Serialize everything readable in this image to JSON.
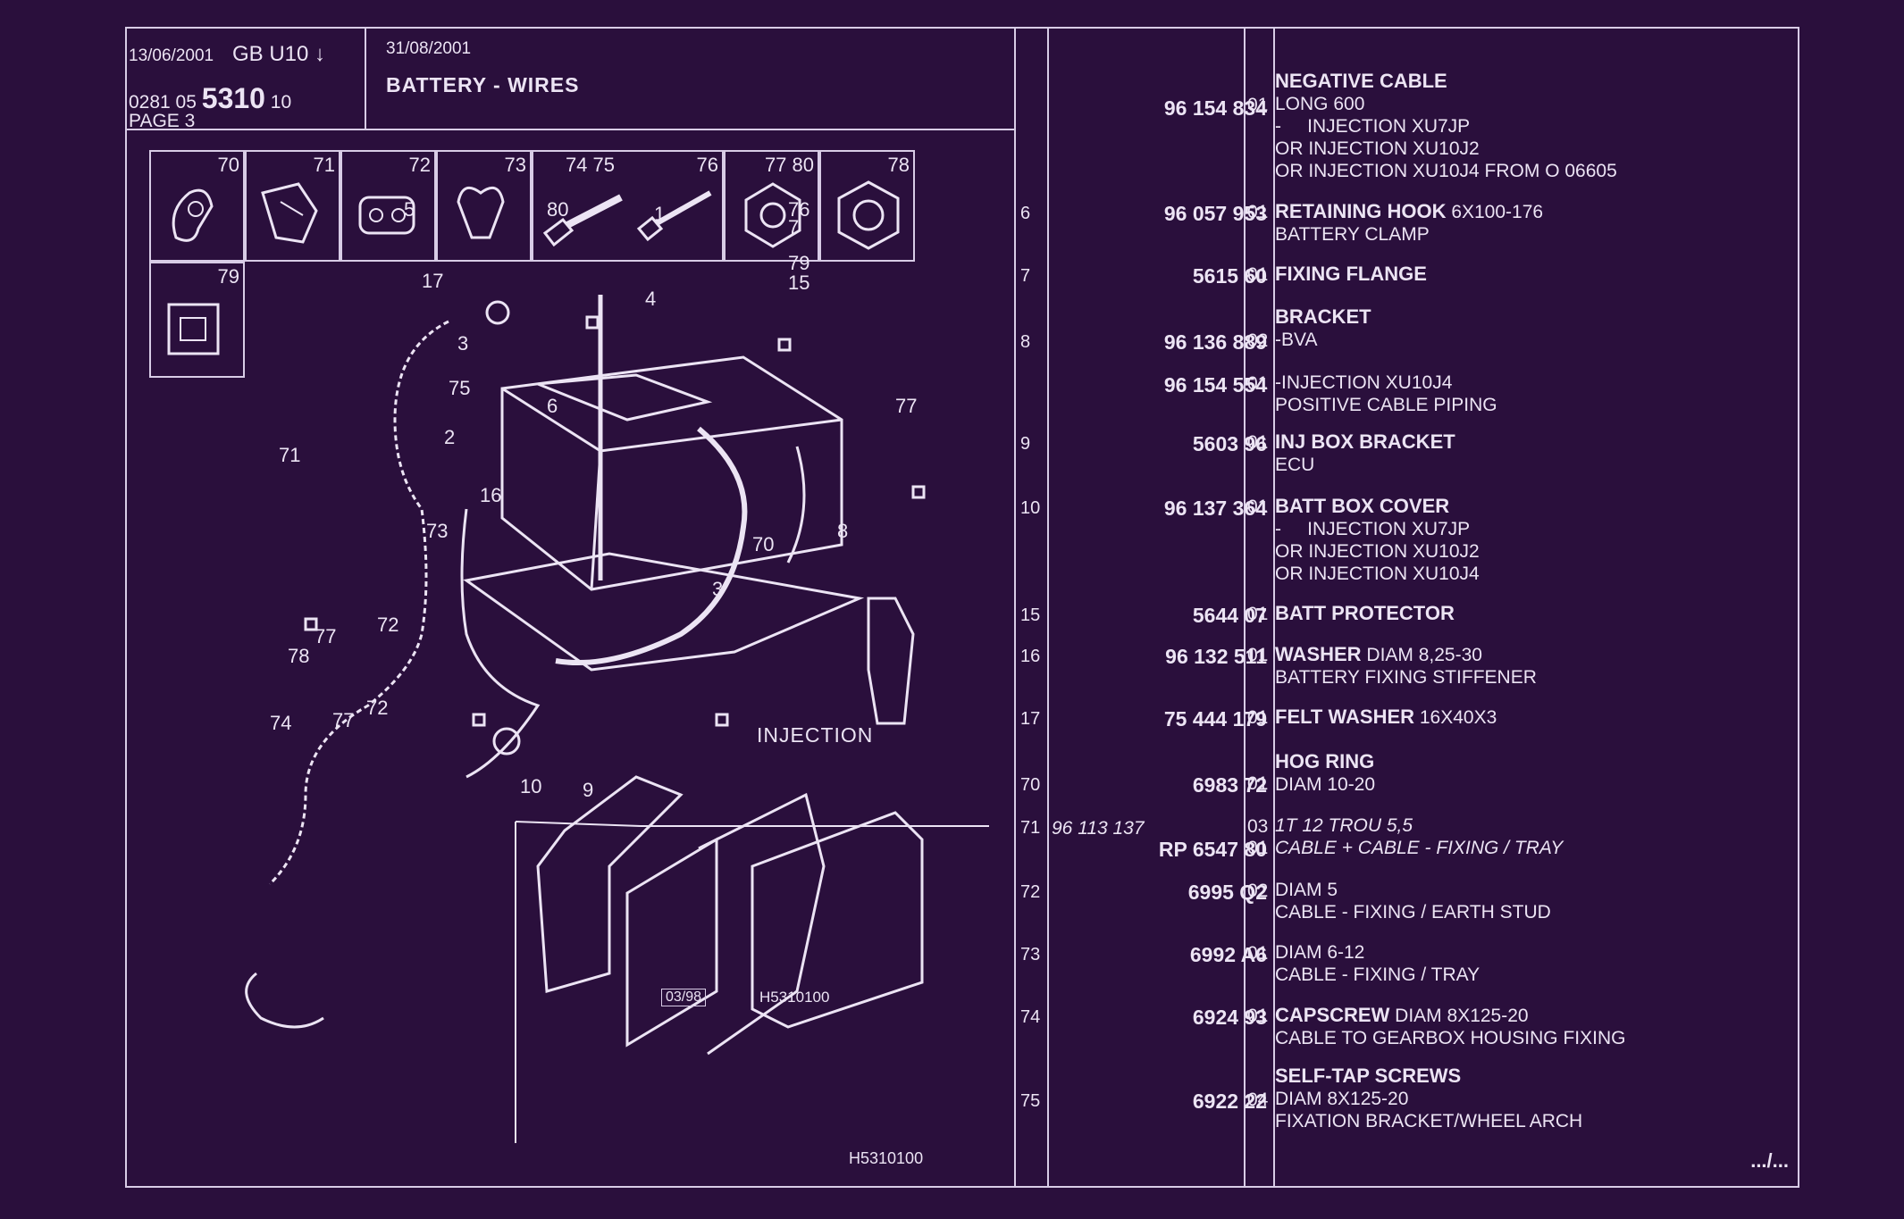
{
  "header": {
    "date": "13/06/2001",
    "lang_model": "GB  U10",
    "arrow": "↓",
    "line2_prefix": "0281  05",
    "line2_num": "5310",
    "line2_suffix": "10",
    "page": "PAGE  3",
    "date2": "31/08/2001",
    "title": "BATTERY - WIRES"
  },
  "thumbnails": [
    "70",
    "71",
    "72",
    "73",
    "74  75",
    "76",
    "77  80",
    "78",
    "79"
  ],
  "callouts": [
    "1",
    "2",
    "3",
    "3",
    "4",
    "5",
    "6",
    "7",
    "8",
    "9",
    "10",
    "15",
    "16",
    "17",
    "70",
    "71",
    "72",
    "72",
    "73",
    "74",
    "75",
    "76",
    "77",
    "77",
    "77",
    "78",
    "79",
    "80"
  ],
  "illustration": {
    "section_label": "INJECTION",
    "ref_box": "03/98",
    "ref_code": "H5310100",
    "bottom_ref": "H5310100"
  },
  "parts": [
    {
      "idx": "",
      "pn": "96 154 834",
      "qty": "01",
      "lines": [
        [
          "NEGATIVE CABLE",
          ""
        ],
        [
          "",
          "LONG 600"
        ],
        [
          "",
          "-     INJECTION XU7JP"
        ],
        [
          "",
          "OR INJECTION XU10J2"
        ],
        [
          "",
          "OR INJECTION XU10J4 FROM  O  06605"
        ]
      ]
    },
    {
      "idx": "6",
      "pn": "96 057 953",
      "qty": "01",
      "lines": [
        [
          "RETAINING HOOK",
          " 6X100-176"
        ],
        [
          "",
          "BATTERY CLAMP"
        ]
      ]
    },
    {
      "idx": "7",
      "pn": "5615 60",
      "qty": "01",
      "lines": [
        [
          "FIXING FLANGE",
          ""
        ]
      ]
    },
    {
      "idx": "8",
      "pn": "96 136 889",
      "qty": "02",
      "lines": [
        [
          "BRACKET",
          ""
        ],
        [
          "",
          "-BVA"
        ]
      ]
    },
    {
      "idx": "",
      "pn": "96 154 554",
      "qty": "01",
      "lines": [
        [
          "",
          "-INJECTION XU10J4"
        ],
        [
          "",
          "POSITIVE CABLE PIPING"
        ]
      ]
    },
    {
      "idx": "9",
      "pn": "5603 96",
      "qty": "01",
      "lines": [
        [
          "INJ BOX BRACKET",
          ""
        ],
        [
          "",
          "ECU"
        ]
      ]
    },
    {
      "idx": "10",
      "pn": "96 137 364",
      "qty": "01",
      "lines": [
        [
          "BATT BOX COVER",
          ""
        ],
        [
          "",
          "-     INJECTION XU7JP"
        ],
        [
          "",
          "OR INJECTION XU10J2"
        ],
        [
          "",
          "OR INJECTION XU10J4"
        ]
      ]
    },
    {
      "idx": "15",
      "pn": "5644 07",
      "qty": "01",
      "lines": [
        [
          "BATT PROTECTOR",
          ""
        ]
      ]
    },
    {
      "idx": "16",
      "pn": "96 132 511",
      "qty": "01",
      "lines": [
        [
          "WASHER",
          " DIAM 8,25-30"
        ],
        [
          "",
          "BATTERY FIXING STIFFENER"
        ]
      ]
    },
    {
      "idx": "17",
      "pn": "75 444 179",
      "qty": "01",
      "lines": [
        [
          "FELT WASHER",
          " 16X40X3"
        ]
      ]
    },
    {
      "idx": "70",
      "pn": "6983 72",
      "qty": "01",
      "lines": [
        [
          "HOG RING",
          ""
        ],
        [
          "",
          "DIAM 10-20"
        ]
      ]
    },
    {
      "idx": "71",
      "pn": "RP  6547 80",
      "qty": "01",
      "alt_pn": "96 113 137",
      "alt_qty": "03",
      "lines": [
        [
          "",
          "1T 12 TROU 5,5"
        ],
        [
          "",
          "CABLE  +  CABLE - FIXING / TRAY"
        ]
      ]
    },
    {
      "idx": "72",
      "pn": "6995 Q2",
      "qty": "02",
      "lines": [
        [
          "",
          "DIAM 5"
        ],
        [
          "",
          "CABLE - FIXING / EARTH STUD"
        ]
      ]
    },
    {
      "idx": "73",
      "pn": "6992 A6",
      "qty": "01",
      "lines": [
        [
          "",
          "DIAM 6-12"
        ],
        [
          "",
          "CABLE - FIXING / TRAY"
        ]
      ]
    },
    {
      "idx": "74",
      "pn": "6924 93",
      "qty": "01",
      "lines": [
        [
          "CAPSCREW",
          " DIAM 8X125-20"
        ],
        [
          "",
          "CABLE TO GEARBOX HOUSING FIXING"
        ]
      ]
    },
    {
      "idx": "75",
      "pn": "6922 22",
      "qty": "04",
      "lines": [
        [
          "SELF-TAP SCREWS",
          ""
        ],
        [
          "",
          "DIAM 8X125-20"
        ],
        [
          "",
          "FIXATION BRACKET/WHEEL ARCH"
        ]
      ]
    }
  ],
  "continuation": ".../...",
  "colors": {
    "background": "#2a0f3c",
    "ink": "#ece4f4"
  }
}
